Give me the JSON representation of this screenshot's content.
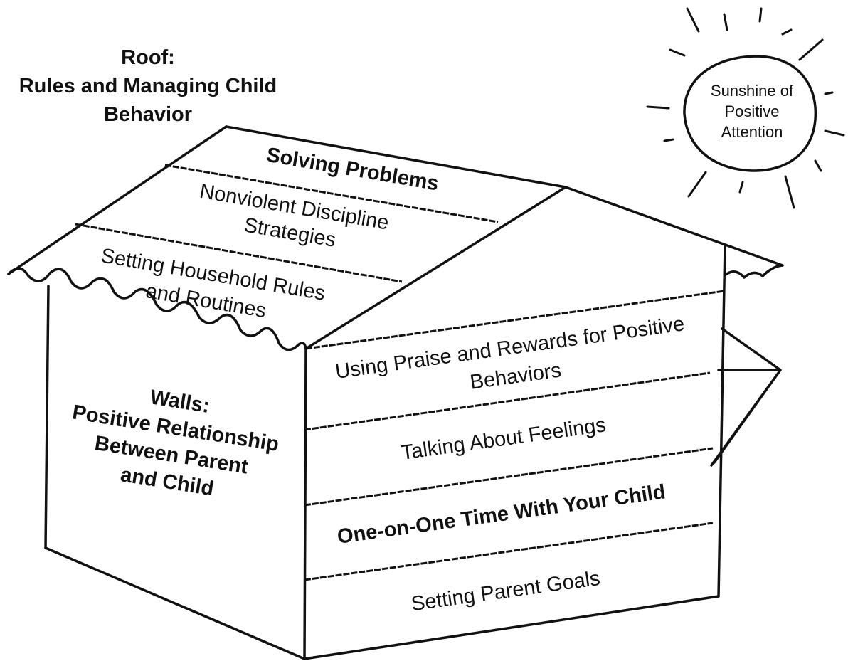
{
  "roof_title": {
    "line1": "Roof:",
    "line2": "Rules and Managing Child",
    "line3": "Behavior"
  },
  "walls_title": {
    "line1": "Walls:",
    "line2": "Positive Relationship",
    "line3": "Between Parent",
    "line4": "and Child"
  },
  "sun": {
    "line1": "Sunshine of",
    "line2": "Positive",
    "line3": "Attention"
  },
  "roof_bands": {
    "solving": "Solving Problems",
    "discipline_line1": "Nonviolent Discipline",
    "discipline_line2": "Strategies",
    "rules_line1": "Setting Household Rules",
    "rules_line2": "and Routines"
  },
  "wall_bands": {
    "praise_line1": "Using Praise and Rewards for Positive",
    "praise_line2": "Behaviors",
    "feelings": "Talking About Feelings",
    "one_on_one": "One-on-One Time With Your Child",
    "goals": "Setting Parent Goals"
  }
}
